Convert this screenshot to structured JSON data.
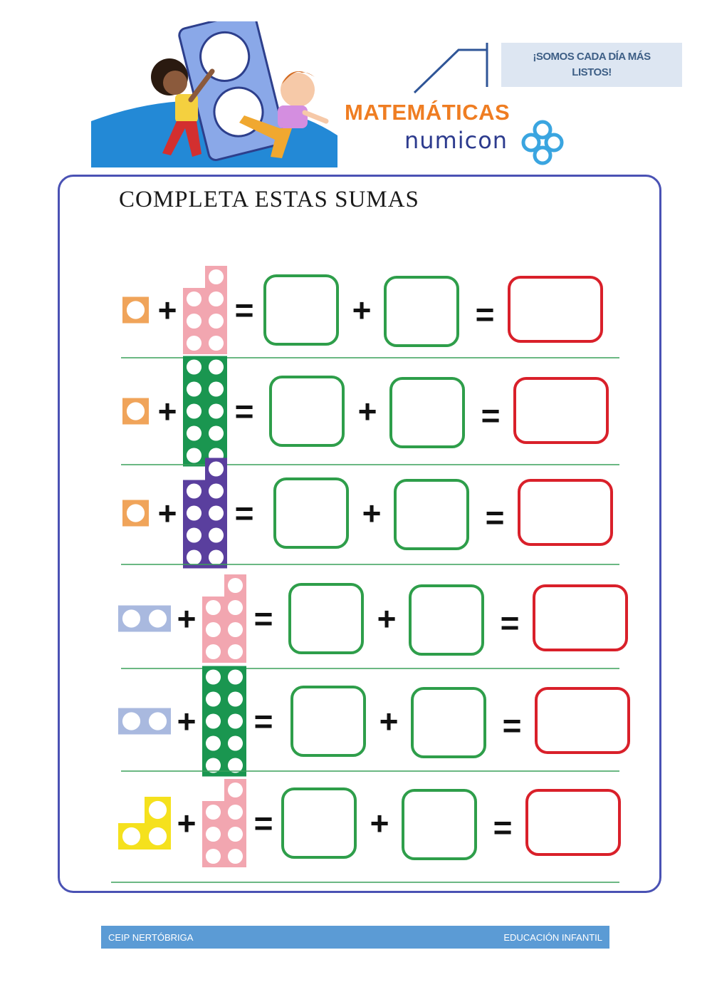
{
  "header": {
    "callout_text": "¡SOMOS CADA DÍA MÁS LISTOS!",
    "brand_title": "MATEMÁTICAS",
    "brand_name": "numicon"
  },
  "worksheet": {
    "title": "COMPLETA ESTAS SUMAS",
    "plus_symbol": "+",
    "equals_symbol": "=",
    "rows": [
      {
        "first_piece": {
          "value": 1,
          "color": "#f0a45a",
          "name": "orange"
        },
        "second_piece": {
          "value": 7,
          "color": "#f2a6b0",
          "name": "pink"
        }
      },
      {
        "first_piece": {
          "value": 1,
          "color": "#f0a45a",
          "name": "orange"
        },
        "second_piece": {
          "value": 10,
          "color": "#1a9650",
          "name": "green"
        }
      },
      {
        "first_piece": {
          "value": 1,
          "color": "#f0a45a",
          "name": "orange"
        },
        "second_piece": {
          "value": 9,
          "color": "#5a3f9e",
          "name": "purple"
        }
      },
      {
        "first_piece": {
          "value": 2,
          "color": "#a9b9df",
          "name": "blue"
        },
        "second_piece": {
          "value": 7,
          "color": "#f2a6b0",
          "name": "pink"
        }
      },
      {
        "first_piece": {
          "value": 2,
          "color": "#a9b9df",
          "name": "blue"
        },
        "second_piece": {
          "value": 10,
          "color": "#1a9650",
          "name": "green"
        }
      },
      {
        "first_piece": {
          "value": 3,
          "color": "#f5e11d",
          "name": "yellow"
        },
        "second_piece": {
          "value": 7,
          "color": "#f2a6b0",
          "name": "pink"
        }
      }
    ],
    "answer_box_colors": {
      "addend": "#2e9e4a",
      "result": "#d9202a"
    }
  },
  "footer": {
    "left_text": "CEIP NERTÓBRIGA",
    "right_text": "EDUCACIÓN INFANTIL"
  },
  "colors": {
    "panel_border": "#4a52b4",
    "separator": "#3aa05a",
    "footer_bar": "#5b9bd5",
    "brand_orange": "#ef7d22",
    "brand_navy": "#2d3b8e"
  }
}
